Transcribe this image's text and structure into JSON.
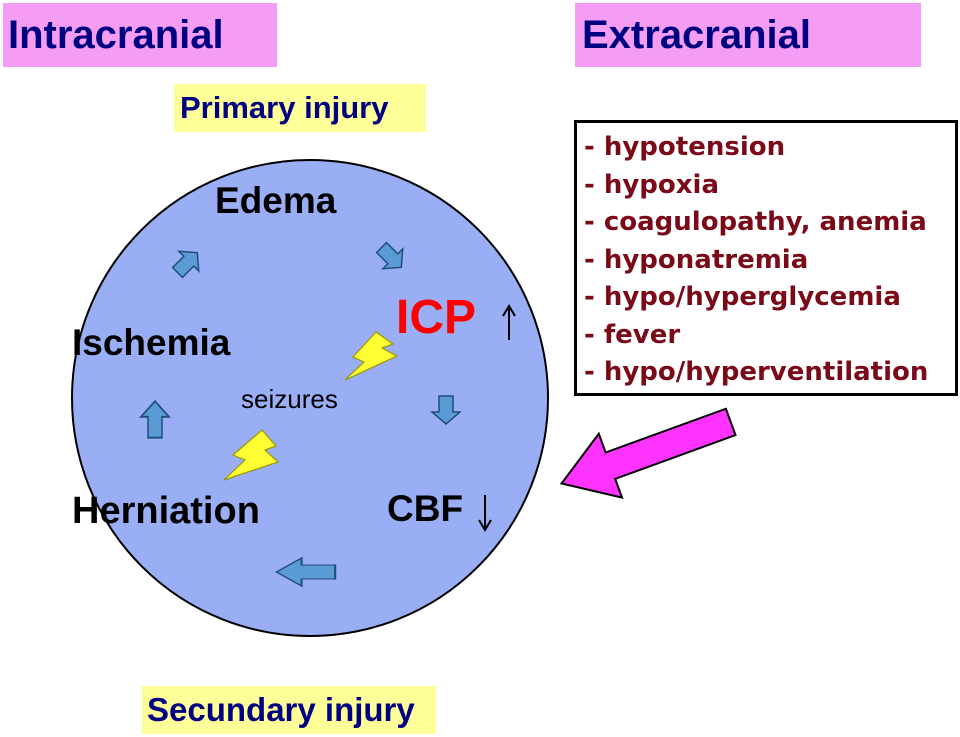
{
  "colors": {
    "pink": "#f59cf5",
    "yellow": "#ffff99",
    "circle_fill": "#99aef5",
    "arrow_blue": "#5b9bd5",
    "bolt_yellow": "#ffff33",
    "icp_red": "#ff0000",
    "navy": "#000080",
    "factor_text": "#7a0a18",
    "magenta_arrow": "#ff33ff"
  },
  "headers": {
    "intracranial": "Intracranial",
    "extracranial": "Extracranial",
    "primary_injury": "Primary injury",
    "secundary_injury": "Secundary injury"
  },
  "cycle": {
    "edema": "Edema",
    "icp": "ICP",
    "icp_direction": "up",
    "cbf": "CBF",
    "cbf_direction": "down",
    "herniation": "Herniation",
    "ischemia": "Ischemia",
    "seizures": "seizures"
  },
  "icons": {
    "cycle_arrows": "block-arrow-icon",
    "seizure_bolts": "lightning-bolt-icon",
    "up_arrow": "thin-up-arrow-icon",
    "down_arrow": "thin-down-arrow-icon",
    "influence_arrow": "magenta-block-arrow-icon"
  },
  "extracranial_factors": [
    "- hypotension",
    "- hypoxia",
    "- coagulopathy, anemia",
    "- hyponatremia",
    "- hypo/hyperglycemia",
    "- fever",
    "- hypo/hyperventilation"
  ]
}
